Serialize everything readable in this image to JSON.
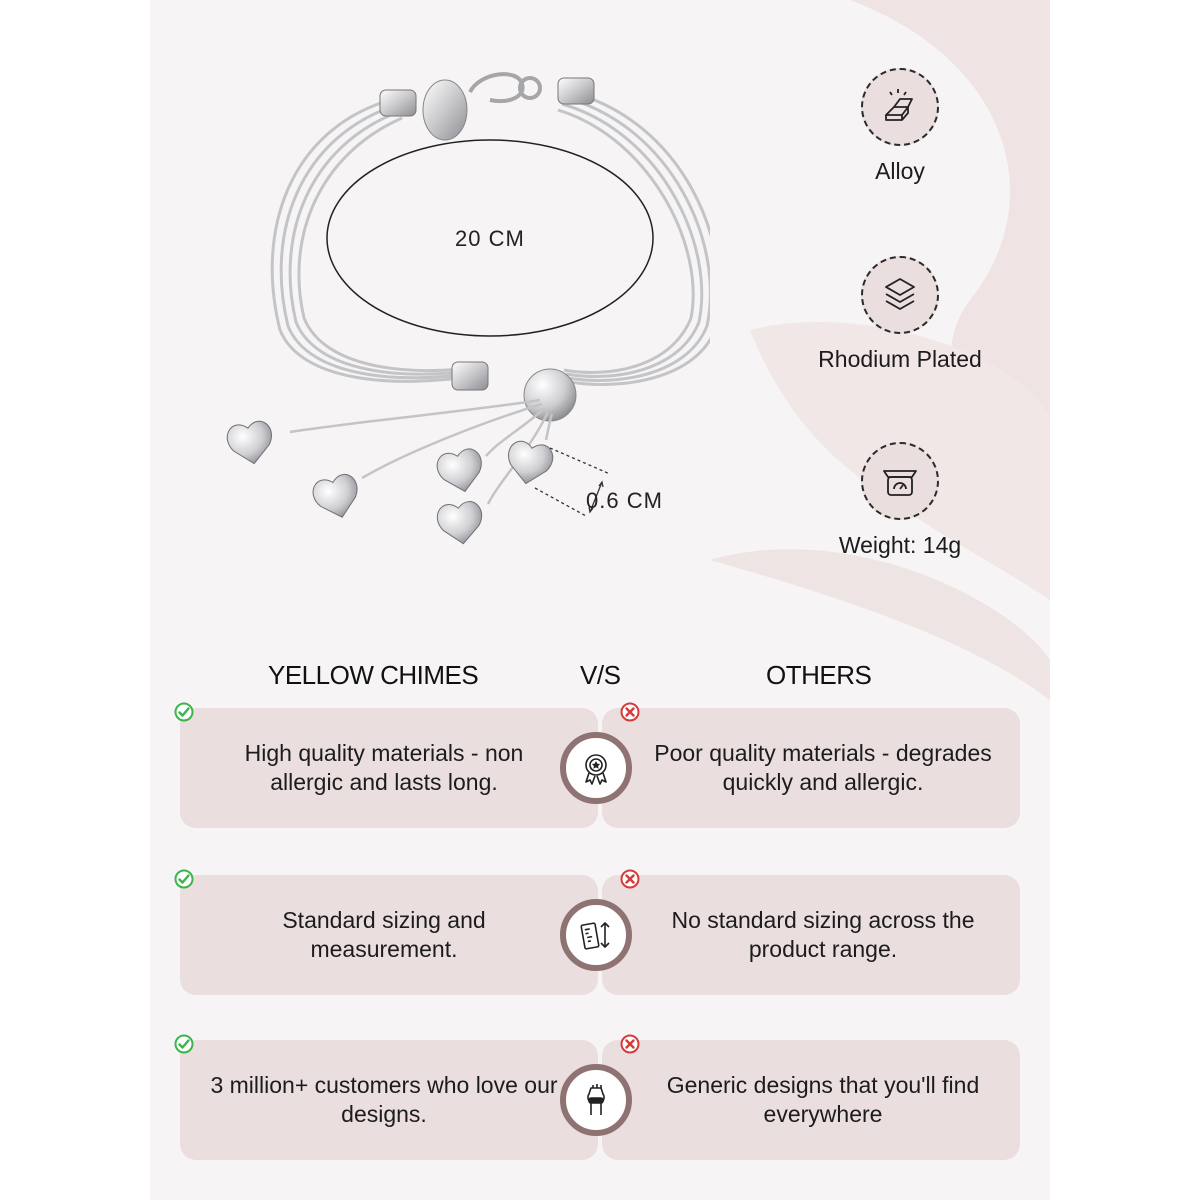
{
  "product": {
    "circumference_label": "20 CM",
    "charm_size_label": "0.6 CM"
  },
  "features": [
    {
      "icon": "alloy-bars-icon",
      "label": "Alloy"
    },
    {
      "icon": "layers-icon",
      "label": "Rhodium Plated"
    },
    {
      "icon": "weighing-scale-icon",
      "label": "Weight: 14g"
    }
  ],
  "comparison": {
    "brand_heading": "YELLOW CHIMES",
    "vs_heading": "V/S",
    "others_heading": "OTHERS",
    "rows": [
      {
        "icon": "quality-badge-icon",
        "brand_text": "High quality materials - non allergic and lasts long.",
        "others_text": "Poor quality materials - degrades quickly and allergic."
      },
      {
        "icon": "ruler-measurement-icon",
        "brand_text": "Standard sizing and measurement.",
        "others_text": "No standard sizing across the product range."
      },
      {
        "icon": "hand-bracelet-icon",
        "brand_text": "3 million+ customers who love our designs.",
        "others_text": "Generic designs that you'll find everywhere"
      }
    ]
  },
  "colors": {
    "card_bg": "#eadede",
    "icon_ring": "#8f7373",
    "check_green": "#3cb44b",
    "cross_red": "#d63a3a"
  }
}
